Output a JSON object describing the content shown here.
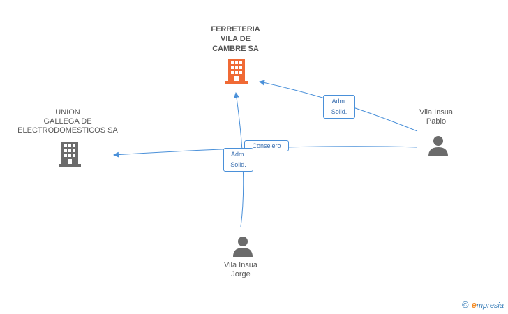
{
  "nodes": {
    "ferreteria": {
      "label": "FERRETERIA\nVILA DE\nCAMBRE SA",
      "type": "company",
      "color": "#f06a35"
    },
    "union": {
      "label": "UNION\nGALLEGA DE\nELECTRODOMESTICOS SA",
      "type": "company",
      "color": "#6b6b6b"
    },
    "pablo": {
      "label": "Vila Insua\nPablo",
      "type": "person",
      "color": "#6b6b6b"
    },
    "jorge": {
      "label": "Vila Insua\nJorge",
      "type": "person",
      "color": "#6b6b6b"
    }
  },
  "edges": [
    {
      "from": "pablo",
      "to": "ferreteria",
      "label": "Adm.\nSolid."
    },
    {
      "from": "pablo",
      "to": "union",
      "label": "Consejero"
    },
    {
      "from": "jorge",
      "to": "ferreteria",
      "label": "Adm.\nSolid."
    }
  ],
  "colors": {
    "edge": "#4a90d9",
    "edge_label_text": "#3a6fb0"
  },
  "brand": {
    "copyright": "©",
    "e": "e",
    "name": "mpresia"
  }
}
